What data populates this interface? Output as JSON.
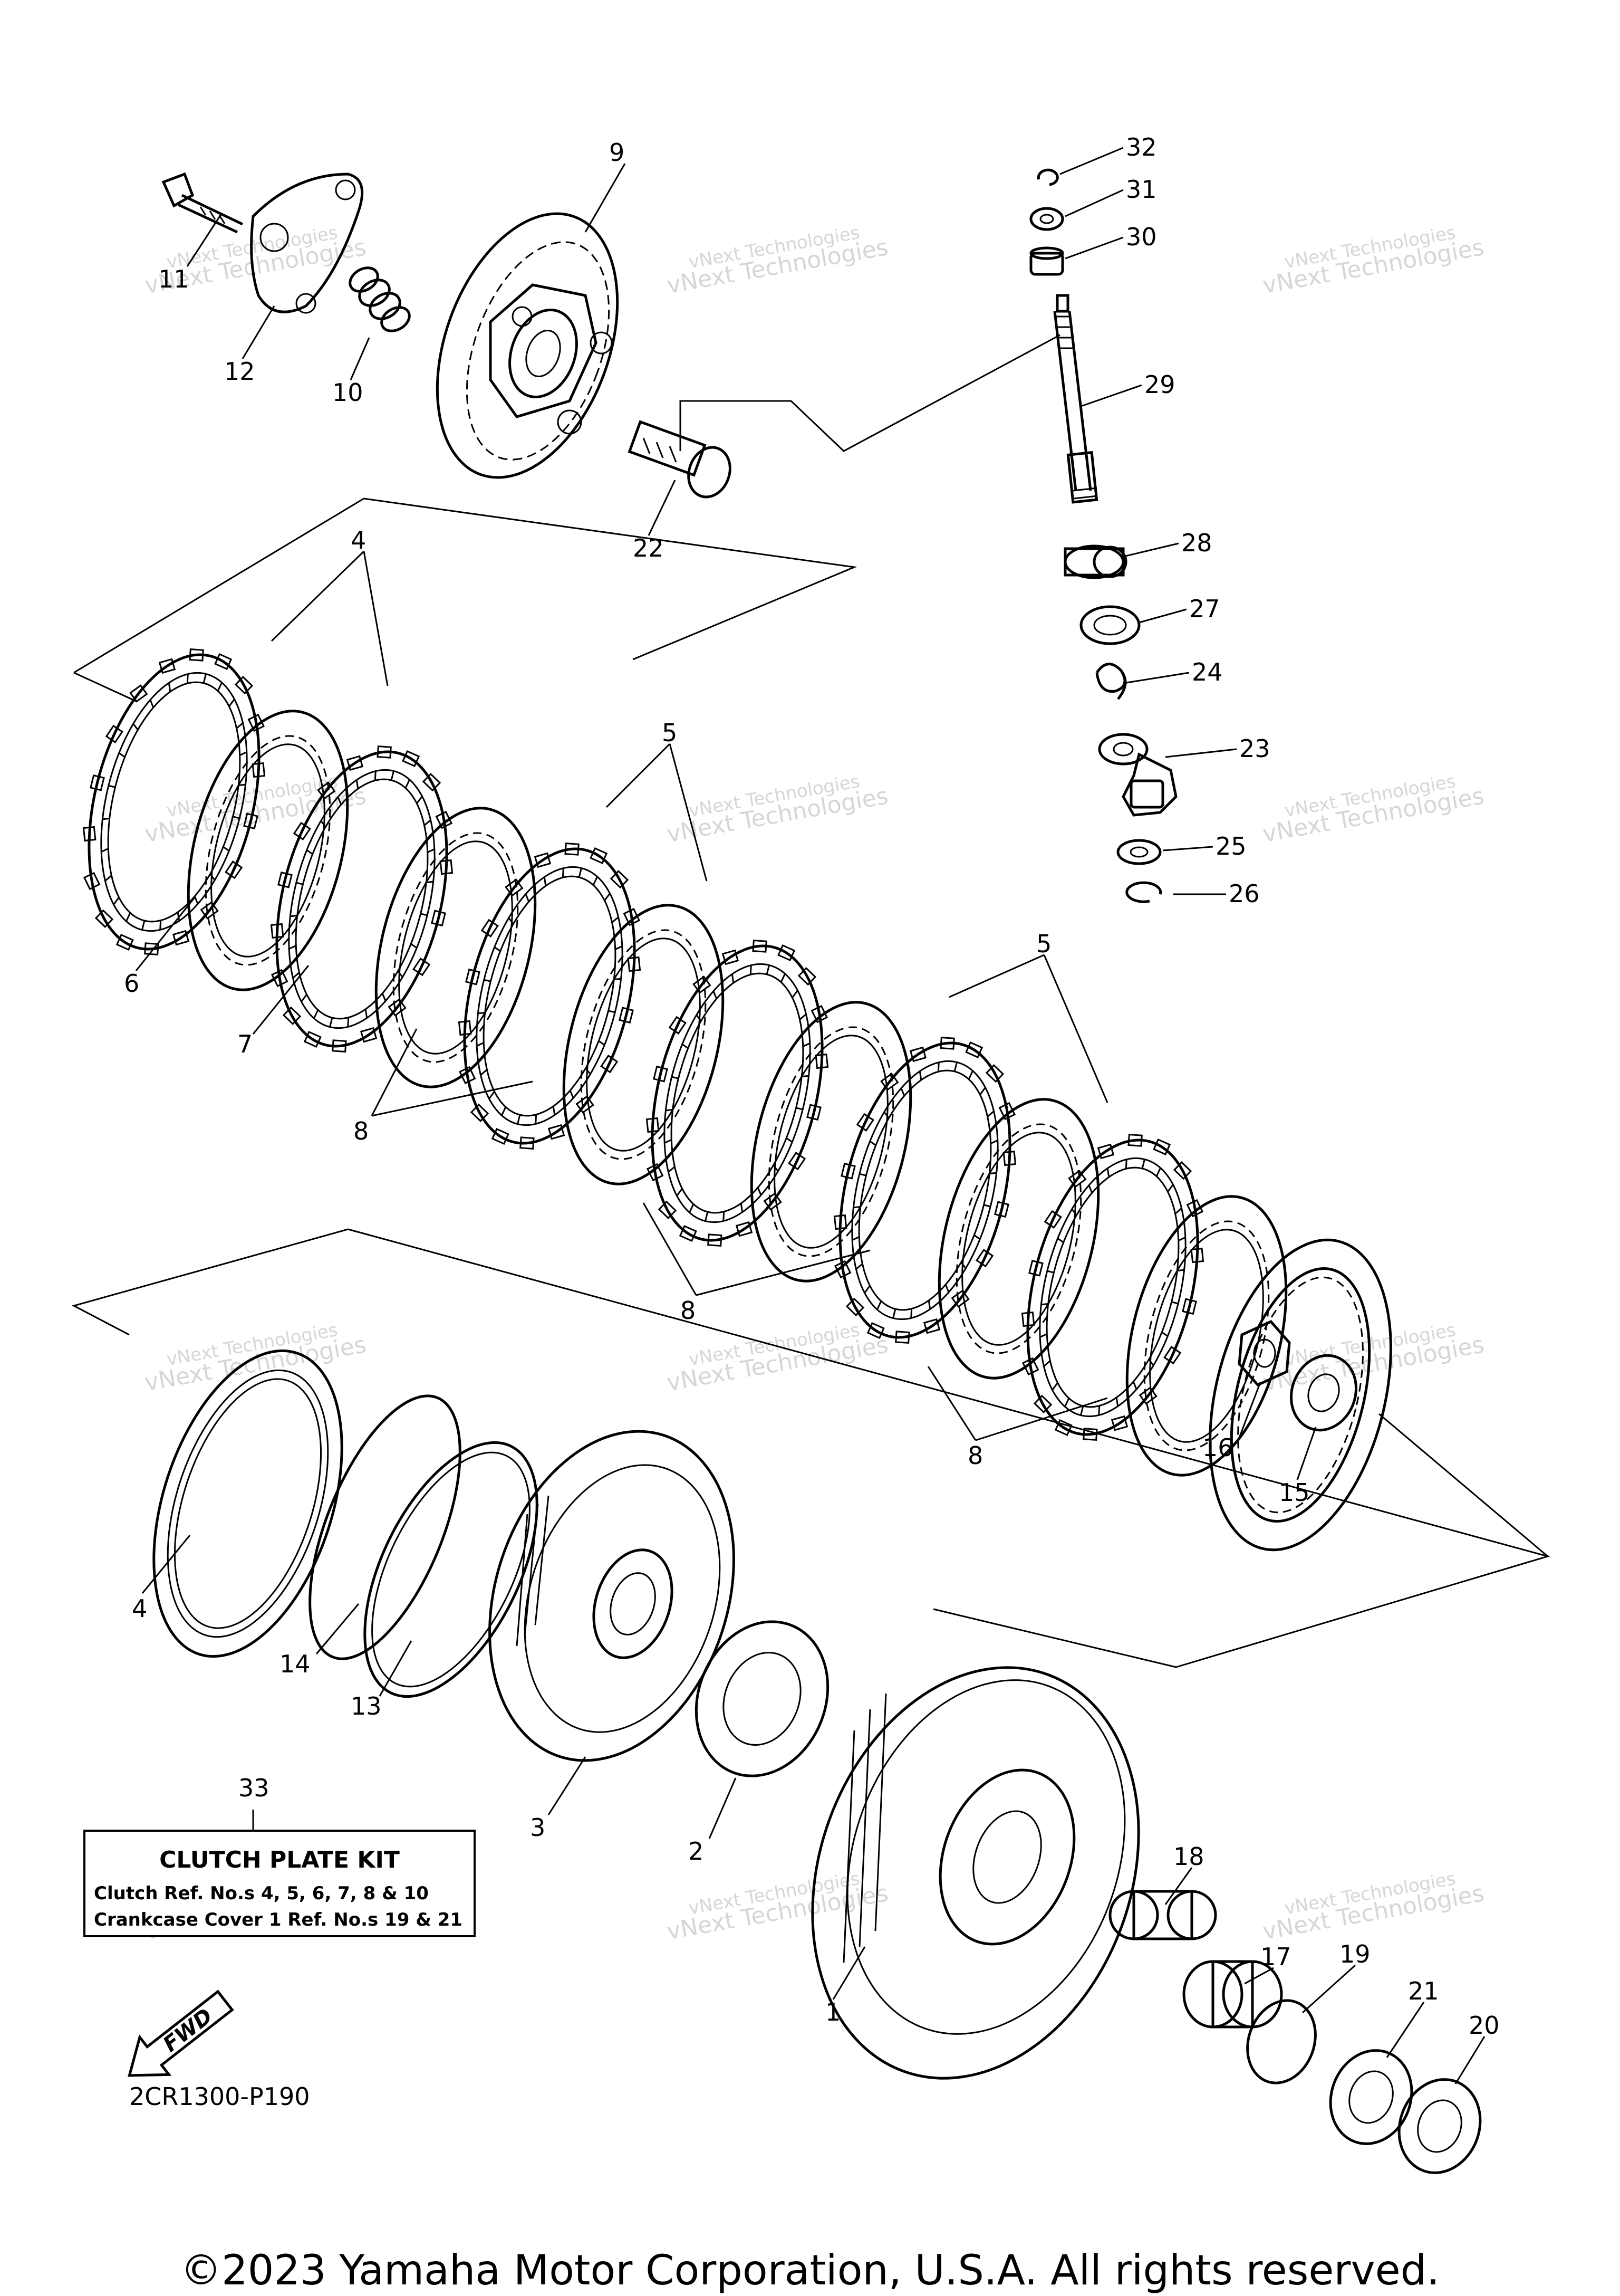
{
  "diagram_code": "2CR1300-P190",
  "copyright": "©2023 Yamaha Motor Corporation, U.S.A. All rights reserved.",
  "fwd_label": "FWD",
  "watermark": {
    "line1": "vNext Technologies",
    "line2": "vNext Technologies"
  },
  "kit": {
    "ref": "33",
    "title": "CLUTCH  PLATE  KIT",
    "line1": "Clutch  Ref. No.s  4, 5, 6, 7, 8 & 10",
    "line2": "Crankcase Cover 1  Ref. No.s  19 & 21"
  },
  "callouts": [
    "1",
    "2",
    "3",
    "4",
    "4",
    "5",
    "5",
    "6",
    "7",
    "8",
    "8",
    "8",
    "9",
    "10",
    "11",
    "12",
    "13",
    "14",
    "15",
    "16",
    "17",
    "18",
    "19",
    "20",
    "21",
    "22",
    "23",
    "24",
    "25",
    "26",
    "27",
    "28",
    "29",
    "30",
    "31",
    "32"
  ]
}
